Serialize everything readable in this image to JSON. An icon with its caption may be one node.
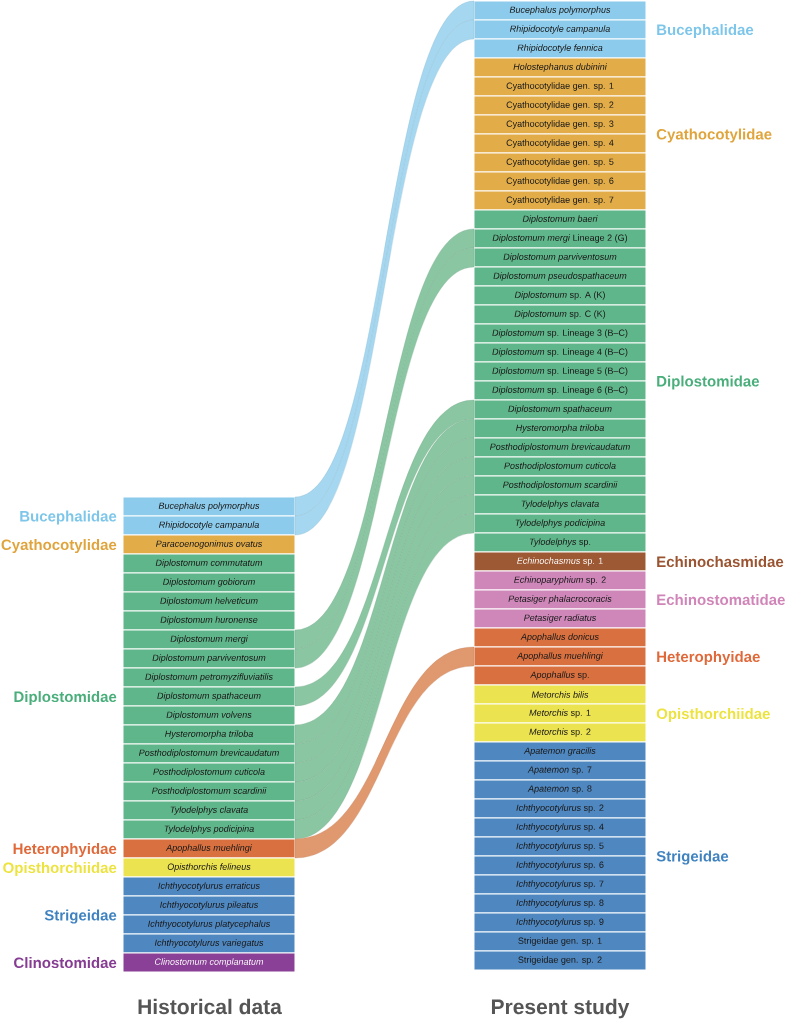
{
  "diagram": {
    "nodes": [
      {
        "text": [
          "Bucephalus polymorphus"
        ]
      },
      {
        "text": [
          "Rhipidocotyle campanula"
        ]
      },
      {
        "text": [
          "Paracoenogonimus ovatus"
        ]
      },
      {
        "text": [
          "Diplostomum commutatum"
        ]
      },
      {
        "text": [
          "Diplostomum gobiorum"
        ]
      },
      {
        "text": [
          "Diplostomum helveticum"
        ]
      },
      {
        "text": [
          "Diplostomum huronense"
        ]
      },
      {
        "text": [
          "Diplostomum mergi"
        ]
      },
      {
        "text": [
          "Diplostomum parviventosum"
        ]
      },
      {
        "text": [
          "Diplostomum petromyzifluviatilis"
        ]
      },
      {
        "text": [
          "Diplostomum spathaceum"
        ]
      },
      {
        "text": [
          "Diplostomum volvens"
        ]
      },
      {
        "text": [
          "Hysteromorpha triloba"
        ]
      },
      {
        "text": [
          "Posthodiplostomum brevicaudatum"
        ]
      },
      {
        "text": [
          "Posthodiplostomum cuticola"
        ]
      },
      {
        "text": [
          "Posthodiplostomum scardinii"
        ]
      },
      {
        "text": [
          "Tylodelphys clavata"
        ]
      },
      {
        "text": [
          "Tylodelphys podicipina"
        ]
      },
      {
        "text": [
          "Apophallus muehlingi"
        ]
      },
      {
        "text": [
          "Opisthorchis felineus"
        ]
      },
      {
        "text": [
          "Ichthyocotylurus erraticus"
        ]
      },
      {
        "text": [
          "Ichthyocotylurus pileatus"
        ]
      },
      {
        "text": [
          "Ichthyocotylurus platycephalus"
        ]
      },
      {
        "text": [
          "Ichthyocotylurus variegatus"
        ]
      },
      {
        "text": [
          "Clinostomum complanatum"
        ]
      },
      {
        "text": [
          "Bucephalus polymorphus"
        ]
      },
      {
        "text": [
          "Rhipidocotyle campanula"
        ]
      },
      {
        "text": [
          "Rhipidocotyle fennica"
        ]
      },
      {
        "text": [
          "Holostephanus dubinini"
        ]
      },
      {
        "text": [
          "Cyathocotylidae gen. sp. 1"
        ]
      },
      {
        "text": [
          "Cyathocotylidae gen. sp. 2"
        ]
      },
      {
        "text": [
          "Cyathocotylidae gen. sp. 3"
        ]
      },
      {
        "text": [
          "Cyathocotylidae gen. sp. 4"
        ]
      },
      {
        "text": [
          "Cyathocotylidae gen. sp. 5"
        ]
      },
      {
        "text": [
          "Cyathocotylidae gen. sp. 6"
        ]
      },
      {
        "text": [
          "Cyathocotylidae gen. sp. 7"
        ]
      },
      {
        "text": [
          "Diplostomum baeri"
        ]
      },
      {
        "text": [
          "*Diplostomum mergi* Lineage 2 (G)"
        ]
      },
      {
        "text": [
          "Diplostomum parviventosum"
        ]
      },
      {
        "text": [
          "Diplostomum pseudospathaceum"
        ]
      },
      {
        "text": [
          "*Diplostomum* sp. A (K)"
        ]
      },
      {
        "text": [
          "*Diplostomum* sp. C (K)"
        ]
      },
      {
        "text": [
          "*Diplostomum* sp. Lineage 3 (B–C)"
        ]
      },
      {
        "text": [
          "*Diplostomum* sp. Lineage 4 (B–C)"
        ]
      },
      {
        "text": [
          "*Diplostomum* sp. Lineage 5 (B–C)"
        ]
      },
      {
        "text": [
          "*Diplostomum* sp. Lineage 6 (B–C)"
        ]
      },
      {
        "text": [
          "Diplostomum spathaceum"
        ]
      },
      {
        "text": [
          "Hysteromorpha triloba"
        ]
      },
      {
        "text": [
          "Posthodiplostomum brevicaudatum"
        ]
      },
      {
        "text": [
          "Posthodiplostomum cuticola"
        ]
      },
      {
        "text": [
          "Posthodiplostomum scardinii"
        ]
      },
      {
        "text": [
          "Tylodelphys clavata"
        ]
      },
      {
        "text": [
          "Tylodelphys podicipina"
        ]
      },
      {
        "text": [
          "*Tylodelphys* sp."
        ]
      },
      {
        "text": [
          "*Echinochasmus* sp. 1"
        ]
      },
      {
        "text": [
          "*Echinoparyphium* sp. 2"
        ]
      },
      {
        "text": [
          "Petasiger phalacrocoracis"
        ]
      },
      {
        "text": [
          "Petasiger radiatus"
        ]
      },
      {
        "text": [
          "Apophallus donicus"
        ]
      },
      {
        "text": [
          "Apophallus muehlingi"
        ]
      },
      {
        "text": [
          "*Apophallus* sp."
        ]
      },
      {
        "text": [
          "Metorchis bilis"
        ]
      },
      {
        "text": [
          "*Metorchis* sp. 1"
        ]
      },
      {
        "text": [
          "*Metorchis* sp. 2"
        ]
      },
      {
        "text": [
          "Apatemon gracilis"
        ]
      },
      {
        "text": [
          "*Apatemon* sp. 7"
        ]
      },
      {
        "text": [
          "*Apatemon* sp. 8"
        ]
      },
      {
        "text": [
          "*Ichthyocotylurus* sp. 2"
        ]
      },
      {
        "text": [
          "*Ichthyocotylurus* sp. 4"
        ]
      },
      {
        "text": [
          "*Ichthyocotylurus* sp. 5"
        ]
      },
      {
        "text": [
          "*Ichthyocotylurus* sp. 6"
        ]
      },
      {
        "text": [
          "*Ichthyocotylurus* sp. 7"
        ]
      },
      {
        "text": [
          "*Ichthyocotylurus* sp. 8"
        ]
      },
      {
        "text": [
          "*Ichthyocotylurus* sp. 9"
        ]
      },
      {
        "text": [
          "Strigeidae gen. sp. 1"
        ]
      },
      {
        "text": [
          "Strigeidae gen. sp. 2"
        ]
      }
    ],
    "edges": [
      {
        "from": 0,
        "to": 25,
        "arrow": "none",
        "color": "#a6d7f0"
      },
      {
        "from": 1,
        "to": 26,
        "arrow": "none",
        "color": "#a6d7f0"
      },
      {
        "from": 7,
        "to": 37,
        "arrow": "none"
      },
      {
        "from": 8,
        "to": 38,
        "arrow": "none"
      },
      {
        "from": 10,
        "to": 46,
        "arrow": "none"
      },
      {
        "from": 12,
        "to": 47,
        "arrow": "none"
      },
      {
        "from": 13,
        "to": 48,
        "arrow": "none"
      },
      {
        "from": 14,
        "to": 49,
        "arrow": "none"
      },
      {
        "from": 15,
        "to": 50,
        "arrow": "none"
      },
      {
        "from": 16,
        "to": 51,
        "arrow": "none"
      },
      {
        "from": 17,
        "to": 52,
        "arrow": "none"
      },
      {
        "from": 18,
        "to": 59,
        "arrow": "none",
        "color": "#e0996f"
      }
    ],
    "labels": [
      "Bucephalidae",
      "Cyathocotylidae",
      "Diplostomidae",
      "Heterophyidae",
      "Opisthorchiidae",
      "Strigeidae",
      "Clinostomidae",
      "Bucephalidae",
      "Cyathocotylidae",
      "Diplostomidae",
      "Echinochasmidae",
      "Echinostomatidae",
      "Heterophyidae",
      "Opisthorchiidae",
      "Strigeidae",
      "Historical data",
      "Present study"
    ]
  }
}
